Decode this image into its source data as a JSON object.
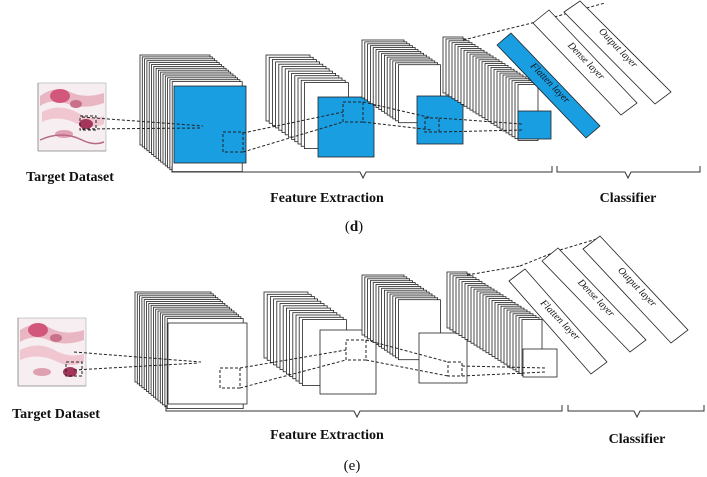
{
  "panels": [
    {
      "id": "d",
      "letter_open": "(",
      "letter": "d",
      "letter_close": ")",
      "letter_bold": true,
      "input_label": "Target Dataset",
      "feature_label": "Feature Extraction",
      "classifier_label": "Classifier",
      "layers": [
        "Flatten layer",
        "Dense layer",
        "Output layer"
      ],
      "highlight_color": "#1a9ee2"
    },
    {
      "id": "e",
      "letter_open": "(",
      "letter": "e",
      "letter_close": ")",
      "letter_bold": false,
      "input_label": "Target Dataset",
      "feature_label": "Feature Extraction",
      "classifier_label": "Classifier",
      "layers": [
        "Flatten layer",
        "Dense layer",
        "Output layer"
      ],
      "highlight_color": "#ffffff"
    }
  ]
}
